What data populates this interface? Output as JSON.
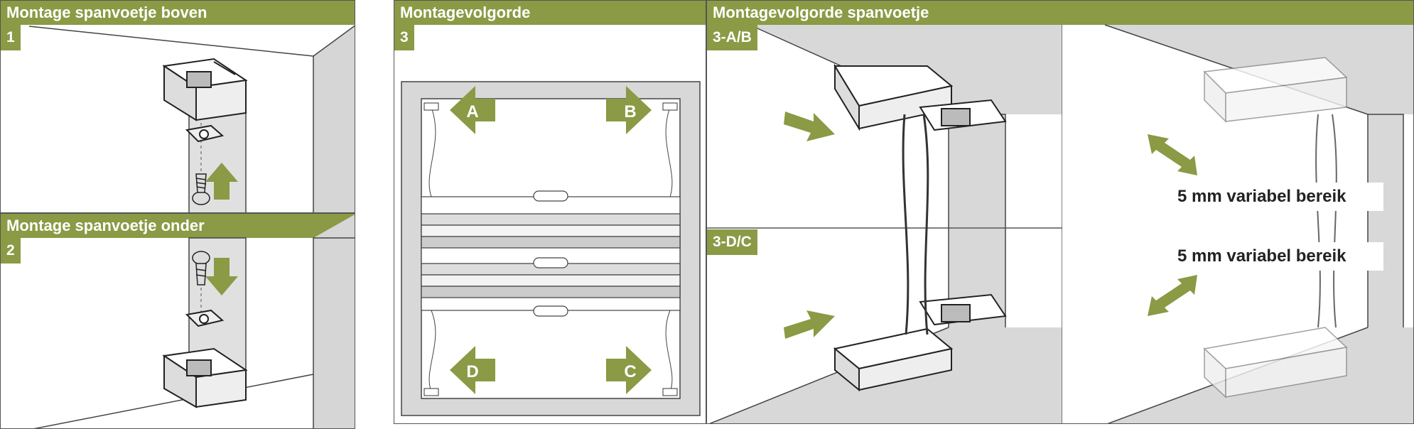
{
  "panels": {
    "top_mount": {
      "title": "Montage spanvoetje boven",
      "step": "1"
    },
    "bottom_mount": {
      "title": "Montage spanvoetje onder",
      "step": "2"
    },
    "sequence": {
      "title": "Montagevolgorde",
      "step": "3",
      "arrows": [
        "A",
        "B",
        "D",
        "C"
      ]
    },
    "foot_sequence": {
      "title": "Montagevolgorde spanvoetje",
      "step_top": "3-A/B",
      "step_bottom": "3-D/C"
    },
    "range": {
      "label_top": "5 mm variabel bereik",
      "label_bottom": "5 mm variabel bereik"
    }
  },
  "colors": {
    "accent": "#8a9a45",
    "wall": "#d8d8d8",
    "line": "#333333"
  }
}
